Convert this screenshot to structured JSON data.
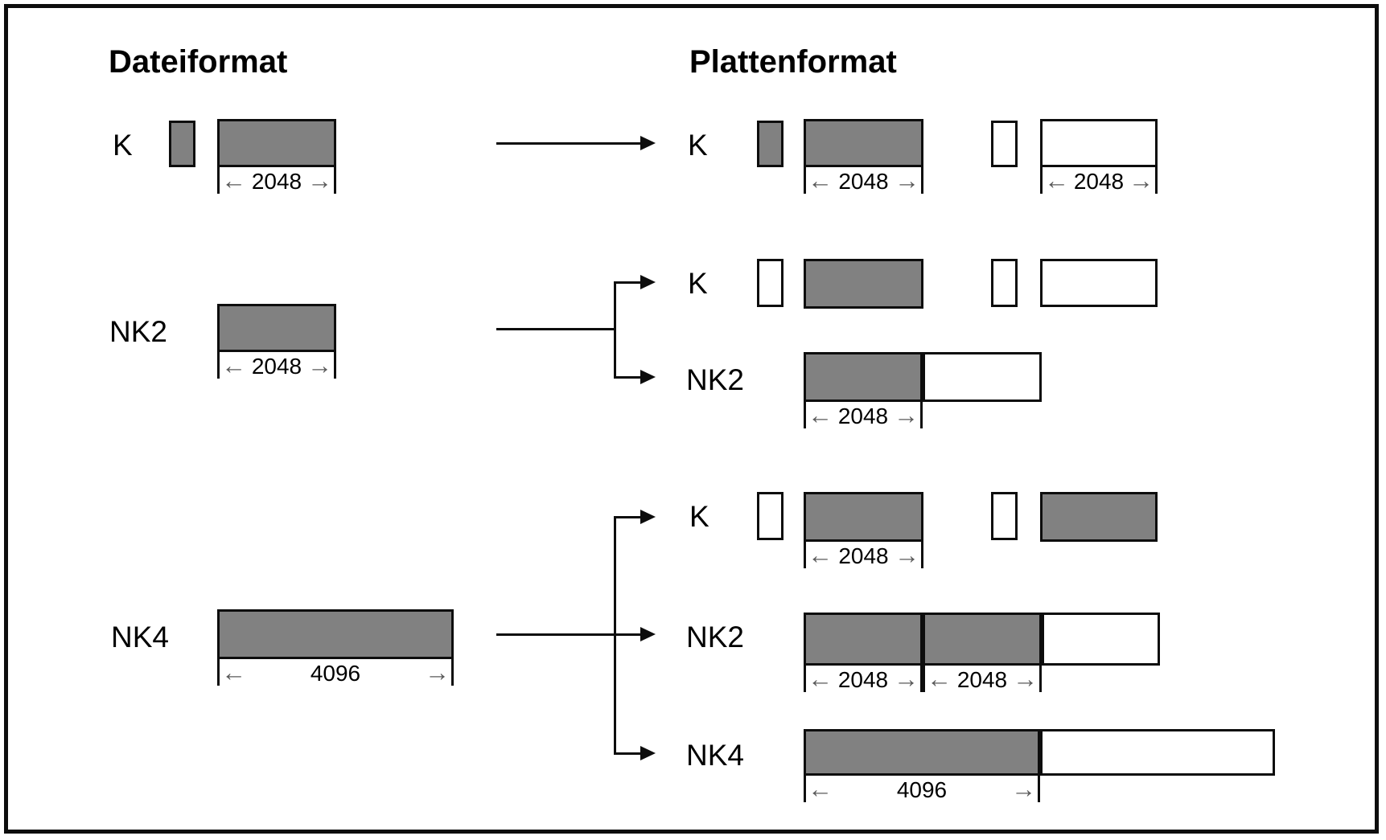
{
  "figure": {
    "left_column_title": "Dateiformat",
    "right_column_title": "Plattenformat"
  },
  "glyphs": {
    "arrow_left": "←",
    "arrow_right": "→"
  },
  "colors": {
    "block_gray": "#818181",
    "line_black": "#0d0d0d",
    "background": "#ffffff"
  },
  "file_formats": {
    "k": {
      "label": "K",
      "data_size": "2048"
    },
    "nk2": {
      "label": "NK2",
      "data_size": "2048"
    },
    "nk4": {
      "label": "NK4",
      "data_size": "4096"
    }
  },
  "disk_formats": {
    "g1_k": {
      "label": "K",
      "gray_size": "2048",
      "white_size": "2048"
    },
    "g2_k": {
      "label": "K"
    },
    "g2_nk2": {
      "label": "NK2",
      "gray_size": "2048"
    },
    "g3_k": {
      "label": "K",
      "gray_size": "2048"
    },
    "g3_nk2": {
      "label": "NK2",
      "size1": "2048",
      "size2": "2048"
    },
    "g3_nk4": {
      "label": "NK4",
      "gray_size": "4096"
    }
  }
}
